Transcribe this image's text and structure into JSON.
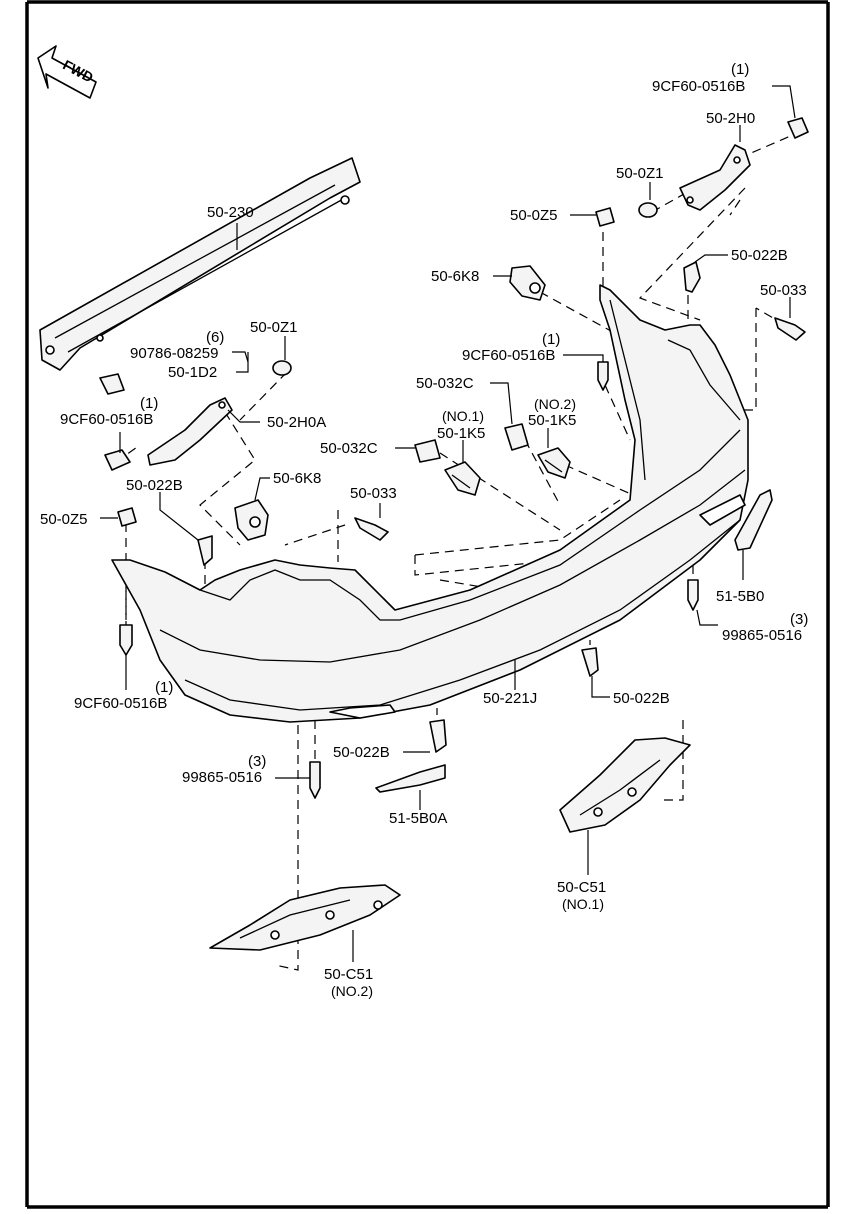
{
  "diagram": {
    "fwd_label": "FWD",
    "callouts": {
      "p_9cf60_tr": {
        "qty": "(1)",
        "code": "9CF60-0516B"
      },
      "p_50_2h0": {
        "code": "50-2H0"
      },
      "p_50_0z1_r": {
        "code": "50-0Z1"
      },
      "p_50_0z5_r": {
        "code": "50-0Z5"
      },
      "p_50_022b_r": {
        "code": "50-022B"
      },
      "p_50_033_r": {
        "code": "50-033"
      },
      "p_50_6k8_c": {
        "code": "50-6K8"
      },
      "p_9cf60_c": {
        "qty": "(1)",
        "code": "9CF60-0516B"
      },
      "p_50_032c_c": {
        "code": "50-032C"
      },
      "p_50_1k5_no2": {
        "qty": "(NO.2)",
        "code": "50-1K5"
      },
      "p_50_1k5_no1": {
        "qty": "(NO.1)",
        "code": "50-1K5"
      },
      "p_50_032c_l": {
        "code": "50-032C"
      },
      "p_50_230": {
        "code": "50-230"
      },
      "p_50_0z1_l": {
        "code": "50-0Z1"
      },
      "p_90786": {
        "qty": "(6)",
        "code": "90786-08259"
      },
      "p_50_1d2": {
        "code": "50-1D2"
      },
      "p_9cf60_l": {
        "qty": "(1)",
        "code": "9CF60-0516B"
      },
      "p_50_2h0a": {
        "code": "50-2H0A"
      },
      "p_50_022b_l": {
        "code": "50-022B"
      },
      "p_50_6k8_l": {
        "code": "50-6K8"
      },
      "p_50_033_l": {
        "code": "50-033"
      },
      "p_50_0z5_l": {
        "code": "50-0Z5"
      },
      "p_9cf60_bl": {
        "qty": "(1)",
        "code": "9CF60-0516B"
      },
      "p_51_5b0": {
        "code": "51-5B0"
      },
      "p_99865_r": {
        "qty": "(3)",
        "code": "99865-0516"
      },
      "p_50_221j": {
        "code": "50-221J"
      },
      "p_50_022b_br": {
        "code": "50-022B"
      },
      "p_50_022b_bc": {
        "code": "50-022B"
      },
      "p_99865_l": {
        "qty": "(3)",
        "code": "99865-0516"
      },
      "p_51_5b0a": {
        "code": "51-5B0A"
      },
      "p_50_c51_no1": {
        "code": "50-C51",
        "sub": "(NO.1)"
      },
      "p_50_c51_no2": {
        "code": "50-C51",
        "sub": "(NO.2)"
      }
    }
  }
}
